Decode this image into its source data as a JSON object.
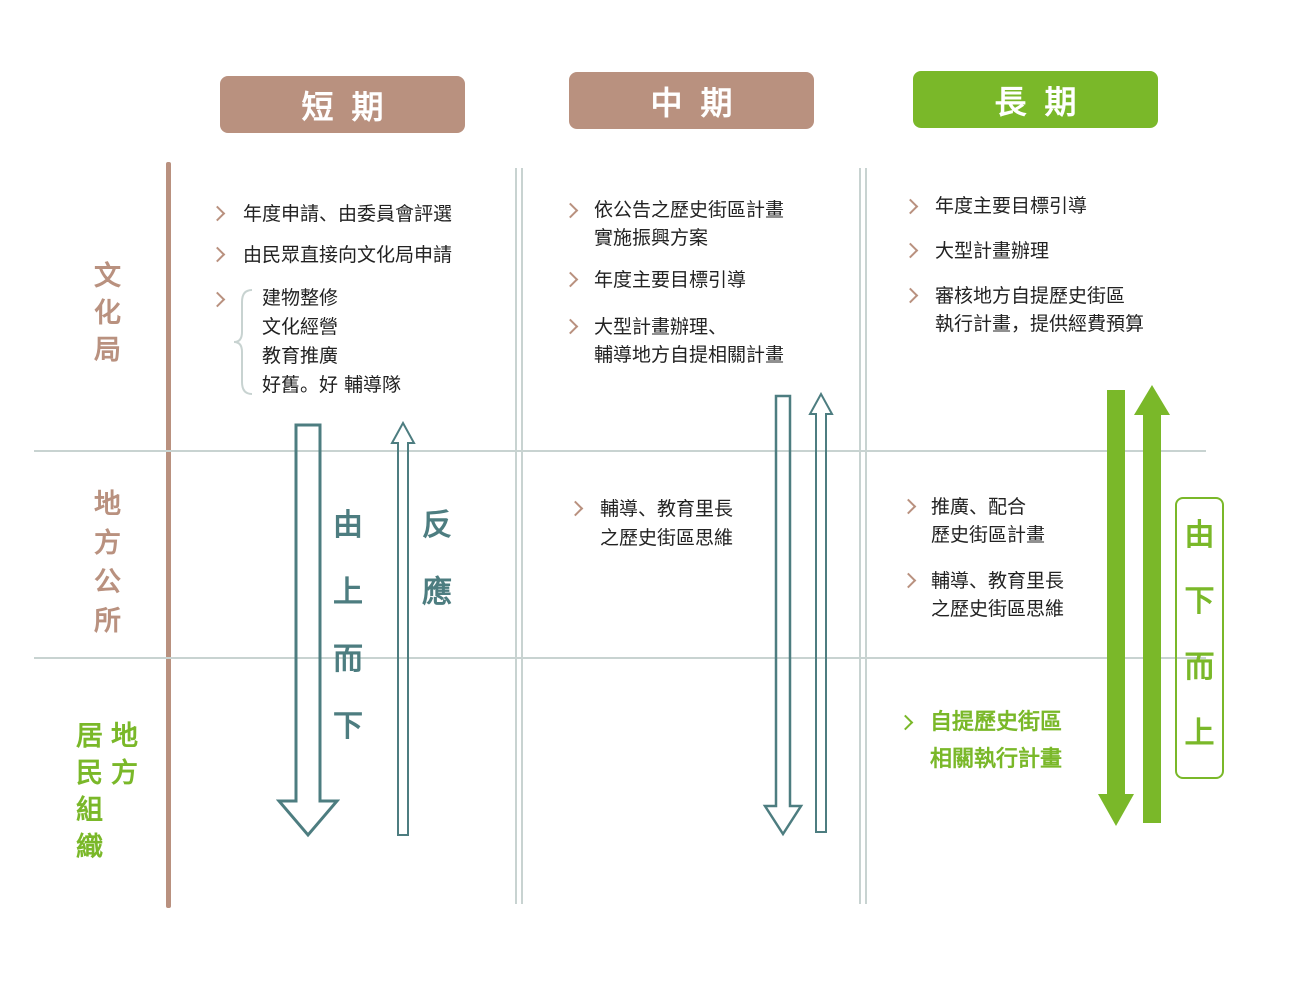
{
  "headers": {
    "short": "短期",
    "mid": "中期",
    "long": "長期"
  },
  "rows": {
    "culture_bureau": [
      "文",
      "化",
      "局"
    ],
    "district_office": [
      "地",
      "方",
      "公",
      "所"
    ],
    "local_org_col1": [
      "地",
      "方"
    ],
    "local_org_col2": [
      "居",
      "民",
      "組",
      "織"
    ]
  },
  "short_term": {
    "item1": "年度申請、由委員會評選",
    "item2": "由民眾直接向文化局申請",
    "sub_items": [
      "建物整修",
      "文化經營",
      "教育推廣",
      "好舊。好 輔導隊"
    ],
    "down_label": [
      "由",
      "上",
      "而",
      "下"
    ],
    "up_label": [
      "反",
      "應"
    ]
  },
  "mid_term": {
    "item1_line1": "依公告之歷史街區計畫",
    "item1_line2": "實施振興方案",
    "item2": "年度主要目標引導",
    "item3_line1": "大型計畫辦理、",
    "item3_line2": "輔導地方自提相關計畫",
    "district_line1": "輔導、教育里長",
    "district_line2": "之歷史街區思維"
  },
  "long_term": {
    "item1": "年度主要目標引導",
    "item2": "大型計畫辦理",
    "item3_line1": "審核地方自提歷史街區",
    "item3_line2": "執行計畫，提供經費預算",
    "district1_line1": "推廣、配合",
    "district1_line2": "歷史街區計畫",
    "district2_line1": "輔導、教育里長",
    "district2_line2": "之歷史街區思維",
    "local_line1": "自提歷史街區",
    "local_line2": "相關執行計畫",
    "up_label": [
      "由",
      "下",
      "而",
      "上"
    ]
  },
  "colors": {
    "brown": "#b9917f",
    "green": "#7ab829",
    "teal": "#4d7d80",
    "grid": "#c8d3d1"
  }
}
